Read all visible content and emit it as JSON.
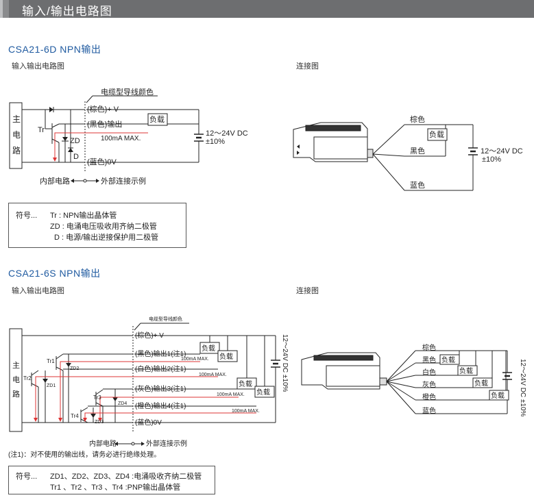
{
  "header": {
    "title": "输入/输出电路图"
  },
  "s1": {
    "title": "CSA21-6D NPN输出",
    "circuit_label": "输入输出电路图",
    "wiring_label": "连接图",
    "wire_color_title": "电缆型导线颜色",
    "w_brown": "(棕色)+ V",
    "w_black": "(黑色)输出",
    "w_blue": "(蓝色)0V",
    "load": "负载",
    "current": "100mA MAX.",
    "tr": "Tr",
    "zd": "ZD",
    "d": "D",
    "supply_a": "12～24V DC",
    "supply_b": "±10%",
    "main": [
      "主",
      "电",
      "路"
    ],
    "inner": "内部电路",
    "outer": "外部连接示例",
    "wiring": {
      "brown": "棕色",
      "black": "黑色",
      "blue": "蓝色",
      "load": "负载",
      "supply_a": "12～24V DC",
      "supply_b": "±10%"
    },
    "legend": {
      "prefix": "符号...",
      "l1": "Tr : NPN输出晶体管",
      "l2": "ZD : 电涌电压吸收用齐纳二极管",
      "l3": "D : 电源/输出逆接保护用二极管"
    }
  },
  "s2": {
    "title": "CSA21-6S NPN输出",
    "circuit_label": "输入输出电路图",
    "wiring_label": "连接图",
    "wire_color_title": "电缆型导线颜色",
    "w_brown": "(棕色)+ V",
    "w_black": "(黑色)输出1(注1)",
    "w_white": "(白色)输出2(注1)",
    "w_gray": "(灰色)输出3(注1)",
    "w_orange": "(橙色)输出4(注1)",
    "w_blue": "(蓝色)0V",
    "load": "负载",
    "current": "100mA MAX.",
    "tr1": "Tr1",
    "tr2": "Tr2",
    "tr3": "Tr3",
    "tr4": "Tr4",
    "zd1": "ZD1",
    "zd2": "ZD2",
    "zd3": "ZD3",
    "zd4": "ZD4",
    "supply": "12～24V DC ±10%",
    "main": [
      "主",
      "电",
      "路"
    ],
    "inner": "内部电路",
    "outer": "外部连接示例",
    "note": "(注1)：对不使用的输出线，请务必进行绝缘处理。",
    "wiring": {
      "brown": "棕色",
      "black": "黑色",
      "white": "白色",
      "gray": "灰色",
      "orange": "橙色",
      "blue": "蓝色",
      "load": "负载",
      "supply": "12～24V DC ±10%"
    },
    "legend": {
      "prefix": "符号...",
      "l1": "ZD1、ZD2、ZD3、ZD4 :电涌吸收齐纳二极管",
      "l2": "Tr1 、Tr2 、Tr3 、Tr4 :PNP输出晶体管"
    }
  }
}
